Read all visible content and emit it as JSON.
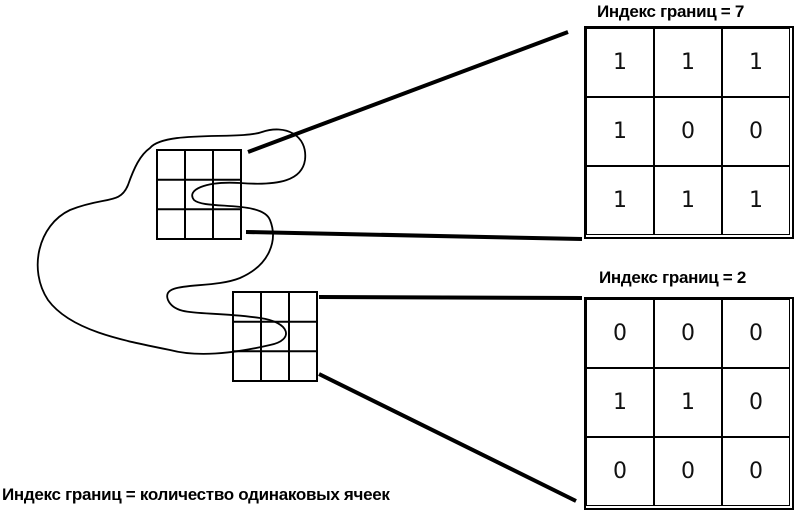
{
  "labels": {
    "top_index": "Индекс границ = 7",
    "bottom_index": "Индекс границ = 2",
    "caption": "Индекс границ = количество одинаковых ячеек"
  },
  "grid_a": {
    "values": [
      [
        "1",
        "1",
        "1"
      ],
      [
        "1",
        "0",
        "0"
      ],
      [
        "1",
        "1",
        "1"
      ]
    ]
  },
  "grid_b": {
    "values": [
      [
        "0",
        "0",
        "0"
      ],
      [
        "1",
        "1",
        "0"
      ],
      [
        "0",
        "0",
        "0"
      ]
    ]
  }
}
